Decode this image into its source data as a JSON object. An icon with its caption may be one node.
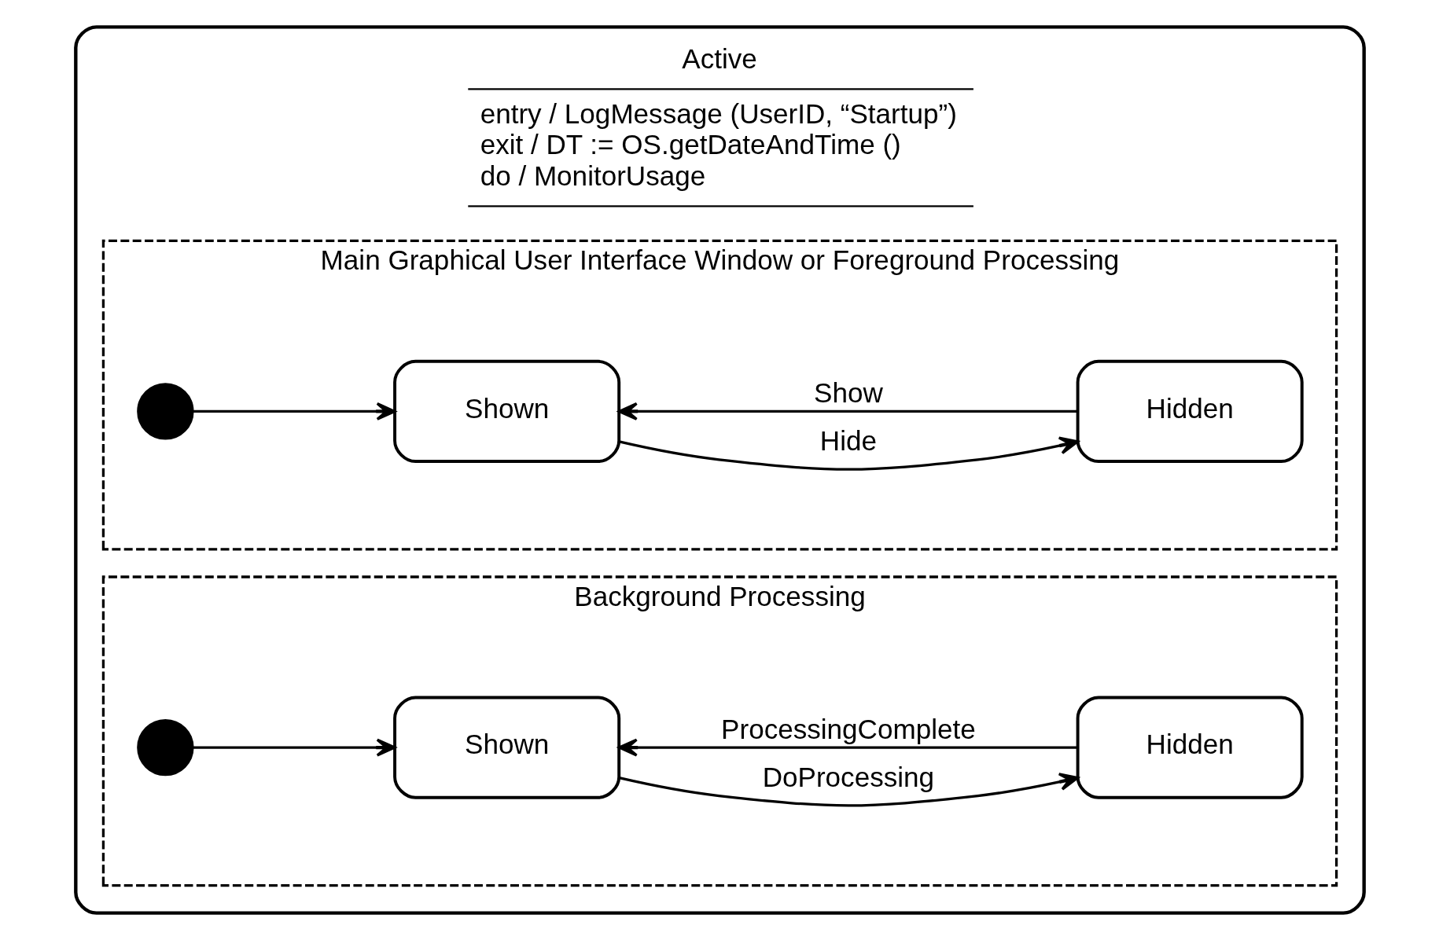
{
  "diagram": {
    "nodes": [
      {
        "text": [
          "Active",
          "entry / LogMessage (UserID, “Startup”)",
          "exit / DT := OS.getDateAndTime ()",
          "do / MonitorUsage"
        ]
      },
      {
        "text": [
          "Main Graphical User Interface Window or Foreground Processing"
        ],
        "in": 0
      },
      {
        "text": [],
        "shape": "circle",
        "in": 1
      },
      {
        "text": [
          "Shown"
        ],
        "in": 1
      },
      {
        "text": [
          "Hidden"
        ],
        "in": 1
      },
      {
        "text": [
          "Background Processing"
        ],
        "in": 0
      },
      {
        "text": [],
        "shape": "circle",
        "in": 5
      },
      {
        "text": [
          "Shown"
        ],
        "in": 5
      },
      {
        "text": [
          "Hidden"
        ],
        "in": 5
      }
    ],
    "edges": [
      {
        "from": 2,
        "to": 3,
        "arrow": "to"
      },
      {
        "from": 3,
        "to": 4,
        "label": "Hide",
        "arrow": "to"
      },
      {
        "from": 4,
        "to": 3,
        "label": "Show",
        "arrow": "to"
      },
      {
        "from": 6,
        "to": 7,
        "arrow": "to"
      },
      {
        "from": 7,
        "to": 8,
        "label": "DoProcessing",
        "arrow": "to"
      },
      {
        "from": 8,
        "to": 7,
        "label": "ProcessingComplete",
        "arrow": "to"
      }
    ]
  }
}
